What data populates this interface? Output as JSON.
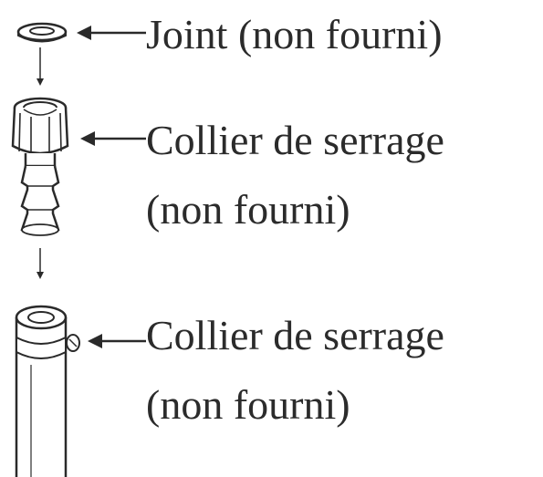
{
  "labels": {
    "joint": "Joint (non fourni)",
    "collier_fitting_line1": "Collier de serrage",
    "collier_fitting_line2": "(non fourni)",
    "collier_hose_line1": "Collier de serrage",
    "collier_hose_line2": "(non fourni)"
  },
  "parts": [
    {
      "name": "gasket",
      "icon": "ring-washer-icon"
    },
    {
      "name": "hose-fitting",
      "icon": "barbed-fitting-icon"
    },
    {
      "name": "hose",
      "icon": "hose-with-clamp-icon"
    }
  ],
  "colors": {
    "line": "#2a2a2a",
    "text": "#2b2b2b",
    "background": "#ffffff"
  }
}
